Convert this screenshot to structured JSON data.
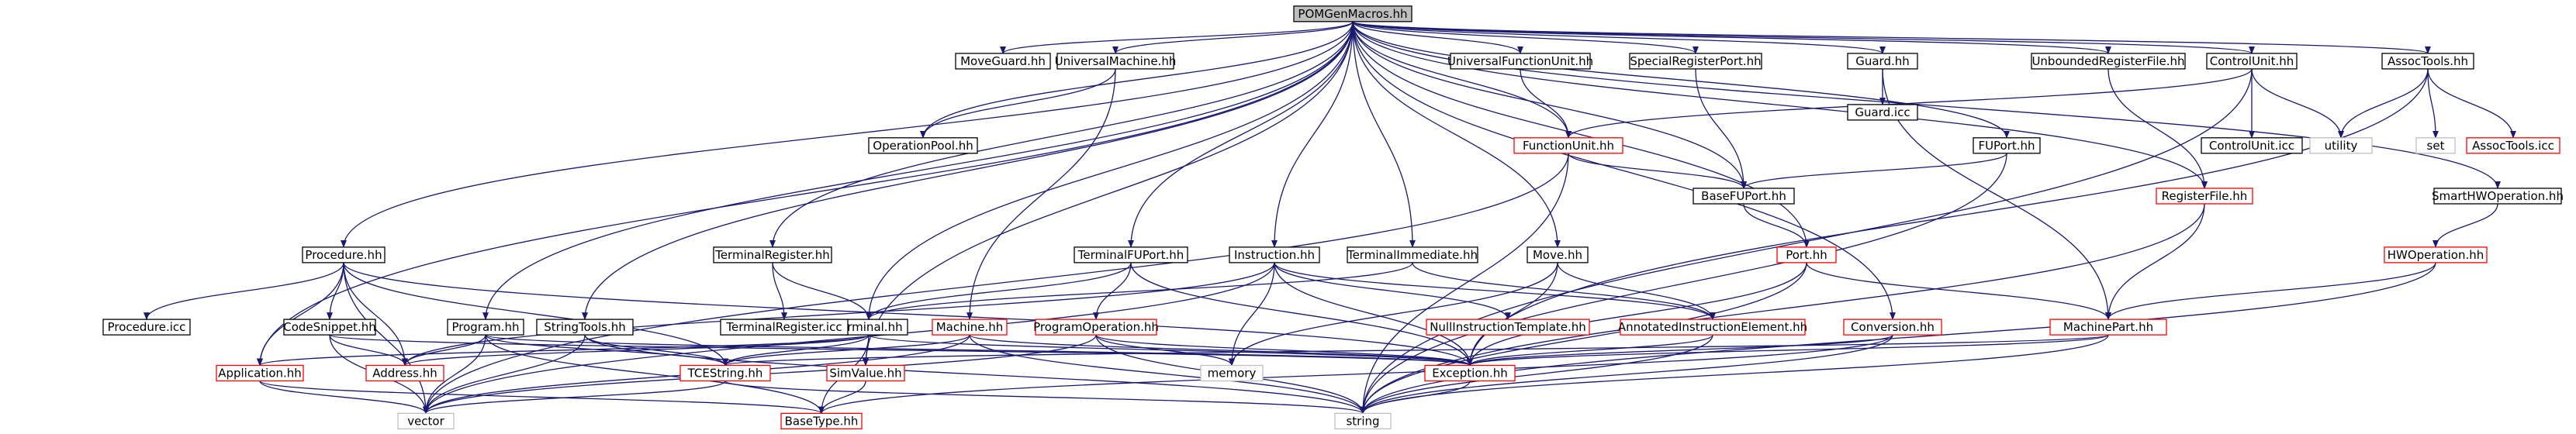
{
  "colors": {
    "edge": "#191970",
    "text": "#000000",
    "border_normal": "#000000",
    "border_red": "#ff0000",
    "border_gray": "#bfbfbf",
    "root_fill": "#bfbfbf"
  },
  "nodes": [
    {
      "id": "root",
      "label": "POMGenMacros.hh",
      "style": "root"
    },
    {
      "id": "n_moveguard",
      "label": "MoveGuard.hh",
      "style": "normal"
    },
    {
      "id": "n_univmach",
      "label": "UniversalMachine.hh",
      "style": "normal"
    },
    {
      "id": "n_oppool",
      "label": "OperationPool.hh",
      "style": "normal"
    },
    {
      "id": "n_univfu",
      "label": "UniversalFunctionUnit.hh",
      "style": "normal"
    },
    {
      "id": "n_specreg",
      "label": "SpecialRegisterPort.hh",
      "style": "normal"
    },
    {
      "id": "n_guard",
      "label": "Guard.hh",
      "style": "normal"
    },
    {
      "id": "n_guardicc",
      "label": "Guard.icc",
      "style": "normal"
    },
    {
      "id": "n_unbound",
      "label": "UnboundedRegisterFile.hh",
      "style": "normal"
    },
    {
      "id": "n_ctrlunit",
      "label": "ControlUnit.hh",
      "style": "normal"
    },
    {
      "id": "n_ctrlicc",
      "label": "ControlUnit.icc",
      "style": "normal"
    },
    {
      "id": "n_utility",
      "label": "utility",
      "style": "gray"
    },
    {
      "id": "n_assoc",
      "label": "AssocTools.hh",
      "style": "normal"
    },
    {
      "id": "n_set",
      "label": "set",
      "style": "gray"
    },
    {
      "id": "n_associcc",
      "label": "AssocTools.icc",
      "style": "red"
    },
    {
      "id": "n_smarthw",
      "label": "SmartHWOperation.hh",
      "style": "normal"
    },
    {
      "id": "n_hwop",
      "label": "HWOperation.hh",
      "style": "red"
    },
    {
      "id": "n_funit",
      "label": "FunctionUnit.hh",
      "style": "red"
    },
    {
      "id": "n_fuport",
      "label": "FUPort.hh",
      "style": "normal"
    },
    {
      "id": "n_regfile",
      "label": "RegisterFile.hh",
      "style": "red"
    },
    {
      "id": "n_basefu",
      "label": "BaseFUPort.hh",
      "style": "normal"
    },
    {
      "id": "n_port",
      "label": "Port.hh",
      "style": "red"
    },
    {
      "id": "n_move",
      "label": "Move.hh",
      "style": "normal"
    },
    {
      "id": "n_machpart",
      "label": "MachinePart.hh",
      "style": "red"
    },
    {
      "id": "n_conv",
      "label": "Conversion.hh",
      "style": "red"
    },
    {
      "id": "n_annot",
      "label": "AnnotatedInstructionElement.hh",
      "style": "red"
    },
    {
      "id": "n_nullinst",
      "label": "NullInstructionTemplate.hh",
      "style": "red"
    },
    {
      "id": "n_termimm",
      "label": "TerminalImmediate.hh",
      "style": "normal"
    },
    {
      "id": "n_instr",
      "label": "Instruction.hh",
      "style": "normal"
    },
    {
      "id": "n_termfu",
      "label": "TerminalFUPort.hh",
      "style": "normal"
    },
    {
      "id": "n_progop",
      "label": "ProgramOperation.hh",
      "style": "red"
    },
    {
      "id": "n_machine",
      "label": "Machine.hh",
      "style": "red"
    },
    {
      "id": "n_terminal",
      "label": "Terminal.hh",
      "style": "normal"
    },
    {
      "id": "n_termreg",
      "label": "TerminalRegister.hh",
      "style": "normal"
    },
    {
      "id": "n_termregicc",
      "label": "TerminalRegister.icc",
      "style": "normal"
    },
    {
      "id": "n_strtools",
      "label": "StringTools.hh",
      "style": "normal"
    },
    {
      "id": "n_program",
      "label": "Program.hh",
      "style": "normal"
    },
    {
      "id": "n_procedure",
      "label": "Procedure.hh",
      "style": "normal"
    },
    {
      "id": "n_procicc",
      "label": "Procedure.icc",
      "style": "normal"
    },
    {
      "id": "n_codesnip",
      "label": "CodeSnippet.hh",
      "style": "normal"
    },
    {
      "id": "n_address",
      "label": "Address.hh",
      "style": "red"
    },
    {
      "id": "n_app",
      "label": "Application.hh",
      "style": "red"
    },
    {
      "id": "n_tcestr",
      "label": "TCEString.hh",
      "style": "red"
    },
    {
      "id": "n_simval",
      "label": "SimValue.hh",
      "style": "red"
    },
    {
      "id": "n_memory",
      "label": "memory",
      "style": "gray"
    },
    {
      "id": "n_except",
      "label": "Exception.hh",
      "style": "red"
    },
    {
      "id": "n_vector",
      "label": "vector",
      "style": "gray"
    },
    {
      "id": "n_basetype",
      "label": "BaseType.hh",
      "style": "red"
    },
    {
      "id": "n_string",
      "label": "string",
      "style": "gray"
    }
  ],
  "edges": [
    [
      "root",
      "n_moveguard"
    ],
    [
      "root",
      "n_univmach"
    ],
    [
      "root",
      "n_oppool"
    ],
    [
      "root",
      "n_univfu"
    ],
    [
      "root",
      "n_specreg"
    ],
    [
      "root",
      "n_guard"
    ],
    [
      "root",
      "n_unbound"
    ],
    [
      "root",
      "n_ctrlunit"
    ],
    [
      "root",
      "n_assoc"
    ],
    [
      "root",
      "n_smarthw"
    ],
    [
      "root",
      "n_funit"
    ],
    [
      "root",
      "n_fuport"
    ],
    [
      "root",
      "n_regfile"
    ],
    [
      "root",
      "n_basefu"
    ],
    [
      "root",
      "n_port"
    ],
    [
      "root",
      "n_move"
    ],
    [
      "root",
      "n_conv"
    ],
    [
      "root",
      "n_termimm"
    ],
    [
      "root",
      "n_instr"
    ],
    [
      "root",
      "n_termfu"
    ],
    [
      "root",
      "n_terminal"
    ],
    [
      "root",
      "n_termreg"
    ],
    [
      "root",
      "n_strtools"
    ],
    [
      "root",
      "n_program"
    ],
    [
      "root",
      "n_procedure"
    ],
    [
      "root",
      "n_app"
    ],
    [
      "root",
      "n_simval"
    ],
    [
      "n_univmach",
      "n_oppool"
    ],
    [
      "n_univmach",
      "n_machine"
    ],
    [
      "n_univfu",
      "n_funit"
    ],
    [
      "n_specreg",
      "n_basefu"
    ],
    [
      "n_guard",
      "n_guardicc"
    ],
    [
      "n_guard",
      "n_machpart"
    ],
    [
      "n_unbound",
      "n_regfile"
    ],
    [
      "n_ctrlunit",
      "n_ctrlicc"
    ],
    [
      "n_ctrlunit",
      "n_utility"
    ],
    [
      "n_ctrlunit",
      "n_funit"
    ],
    [
      "n_ctrlunit",
      "n_string"
    ],
    [
      "n_assoc",
      "n_utility"
    ],
    [
      "n_assoc",
      "n_set"
    ],
    [
      "n_assoc",
      "n_associcc"
    ],
    [
      "n_assoc",
      "n_except"
    ],
    [
      "n_smarthw",
      "n_hwop"
    ],
    [
      "n_hwop",
      "n_machpart"
    ],
    [
      "n_hwop",
      "n_string"
    ],
    [
      "n_funit",
      "n_basefu"
    ],
    [
      "n_funit",
      "n_vector"
    ],
    [
      "n_funit",
      "n_string"
    ],
    [
      "n_fuport",
      "n_basefu"
    ],
    [
      "n_fuport",
      "n_string"
    ],
    [
      "n_regfile",
      "n_machpart"
    ],
    [
      "n_regfile",
      "n_string"
    ],
    [
      "n_basefu",
      "n_port"
    ],
    [
      "n_port",
      "n_machpart"
    ],
    [
      "n_port",
      "n_except"
    ],
    [
      "n_port",
      "n_string"
    ],
    [
      "n_move",
      "n_annot"
    ],
    [
      "n_move",
      "n_except"
    ],
    [
      "n_move",
      "n_memory"
    ],
    [
      "n_machpart",
      "n_except"
    ],
    [
      "n_machpart",
      "n_string"
    ],
    [
      "n_machpart",
      "n_tcestr"
    ],
    [
      "n_conv",
      "n_except"
    ],
    [
      "n_conv",
      "n_string"
    ],
    [
      "n_conv",
      "n_basetype"
    ],
    [
      "n_annot",
      "n_except"
    ],
    [
      "n_annot",
      "n_string"
    ],
    [
      "n_termimm",
      "n_annot"
    ],
    [
      "n_termimm",
      "n_terminal"
    ],
    [
      "n_instr",
      "n_nullinst"
    ],
    [
      "n_instr",
      "n_annot"
    ],
    [
      "n_instr",
      "n_except"
    ],
    [
      "n_instr",
      "n_memory"
    ],
    [
      "n_instr",
      "n_address"
    ],
    [
      "n_instr",
      "n_vector"
    ],
    [
      "n_termfu",
      "n_progop"
    ],
    [
      "n_termfu",
      "n_terminal"
    ],
    [
      "n_termfu",
      "n_except"
    ],
    [
      "n_progop",
      "n_except"
    ],
    [
      "n_progop",
      "n_memory"
    ],
    [
      "n_progop",
      "n_string"
    ],
    [
      "n_progop",
      "n_vector"
    ],
    [
      "n_machine",
      "n_except"
    ],
    [
      "n_machine",
      "n_vector"
    ],
    [
      "n_machine",
      "n_string"
    ],
    [
      "n_machine",
      "n_tcestr"
    ],
    [
      "n_terminal",
      "n_address"
    ],
    [
      "n_terminal",
      "n_tcestr"
    ],
    [
      "n_terminal",
      "n_simval"
    ],
    [
      "n_terminal",
      "n_except"
    ],
    [
      "n_terminal",
      "n_basetype"
    ],
    [
      "n_terminal",
      "n_app"
    ],
    [
      "n_termreg",
      "n_termregicc"
    ],
    [
      "n_termreg",
      "n_terminal"
    ],
    [
      "n_strtools",
      "n_tcestr"
    ],
    [
      "n_strtools",
      "n_vector"
    ],
    [
      "n_strtools",
      "n_string"
    ],
    [
      "n_program",
      "n_address"
    ],
    [
      "n_program",
      "n_tcestr"
    ],
    [
      "n_program",
      "n_except"
    ],
    [
      "n_program",
      "n_vector"
    ],
    [
      "n_program",
      "n_basetype"
    ],
    [
      "n_procedure",
      "n_procicc"
    ],
    [
      "n_procedure",
      "n_codesnip"
    ],
    [
      "n_procedure",
      "n_address"
    ],
    [
      "n_procedure",
      "n_app"
    ],
    [
      "n_procedure",
      "n_vector"
    ],
    [
      "n_procedure",
      "n_tcestr"
    ],
    [
      "n_procedure",
      "n_except"
    ],
    [
      "n_codesnip",
      "n_address"
    ],
    [
      "n_codesnip",
      "n_vector"
    ],
    [
      "n_codesnip",
      "n_except"
    ],
    [
      "n_app",
      "n_vector"
    ],
    [
      "n_app",
      "n_basetype"
    ],
    [
      "n_tcestr",
      "n_vector"
    ],
    [
      "n_tcestr",
      "n_string"
    ],
    [
      "n_simval",
      "n_basetype"
    ],
    [
      "n_except",
      "n_string"
    ]
  ]
}
